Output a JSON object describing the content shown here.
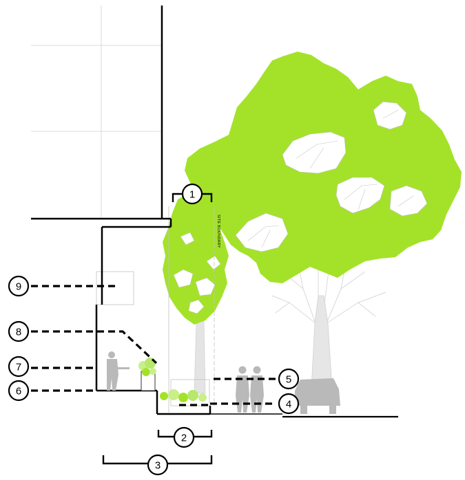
{
  "site_boundary_label": "SITE BOUNDARY",
  "callouts": [
    {
      "id": "callout-1",
      "number": "1"
    },
    {
      "id": "callout-2",
      "number": "2"
    },
    {
      "id": "callout-3",
      "number": "3"
    },
    {
      "id": "callout-4",
      "number": "4"
    },
    {
      "id": "callout-5",
      "number": "5"
    },
    {
      "id": "callout-6",
      "number": "6"
    },
    {
      "id": "callout-7",
      "number": "7"
    },
    {
      "id": "callout-8",
      "number": "8"
    },
    {
      "id": "callout-9",
      "number": "9"
    }
  ],
  "colors": {
    "tree_canopy": "#a4e22a",
    "tree_trunk": "#e0e0e0",
    "linework": "#000000",
    "thin_linework": "#c8c8c8",
    "people_car": "#b9b9b9"
  },
  "icons": [
    "tree-icon",
    "person-icon",
    "car-icon",
    "planter-icon"
  ]
}
